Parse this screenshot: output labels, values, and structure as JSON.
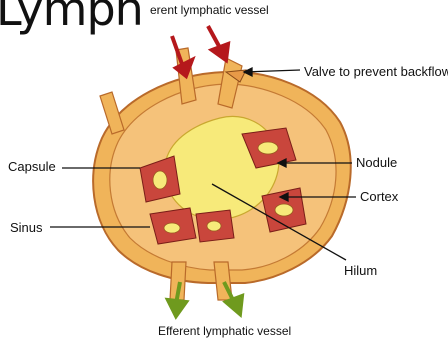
{
  "title": "Lymph",
  "labels": {
    "afferent": "erent lymphatic vessel",
    "valve": "Valve to prevent backflow",
    "capsule": "Capsule",
    "nodule": "Nodule",
    "cortex": "Cortex",
    "sinus": "Sinus",
    "hilum": "Hilum",
    "efferent": "Efferent lymphatic vessel"
  },
  "colors": {
    "afferent_arrow": "#b5181c",
    "efferent_arrow": "#6f9a1e",
    "capsule": "#f0b45a",
    "medulla": "#f7ea7a",
    "nodule": "#c9463c"
  }
}
